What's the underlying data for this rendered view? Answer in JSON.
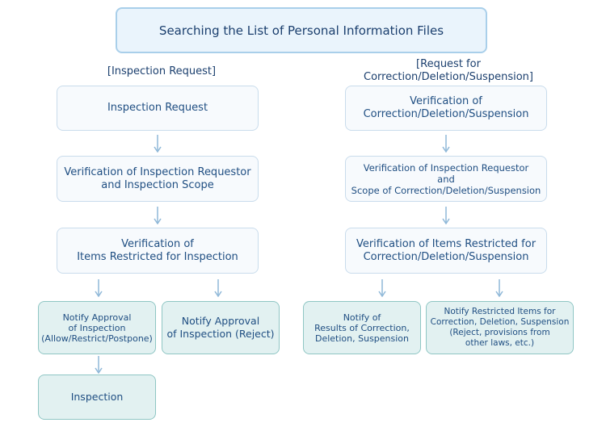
{
  "title": "Searching the List of Personal Information Files",
  "left": {
    "header": "[Inspection Request]",
    "step1": "Inspection Request",
    "step2": "Verification of Inspection Requestor\nand Inspection Scope",
    "step3": "Verification of\nItems Restricted for Inspection",
    "branch_a": "Notify Approval\nof Inspection\n(Allow/Restrict/Postpone)",
    "branch_b": "Notify Approval\nof Inspection (Reject)",
    "final": "Inspection"
  },
  "right": {
    "header": "[Request for\nCorrection/Deletion/Suspension]",
    "step1": "Verification of\nCorrection/Deletion/Suspension",
    "step2": "Verification of Inspection Requestor\nand\nScope of Correction/Deletion/Suspension",
    "step3": "Verification of Items Restricted for\nCorrection/Deletion/Suspension",
    "branch_a": "Notify of\nResults of Correction,\nDeletion, Suspension",
    "branch_b": "Notify Restricted Items for\nCorrection, Deletion, Suspension\n(Reject, provisions from\nother laws, etc.)"
  },
  "colors": {
    "text": "#1f4e82",
    "top_fill": "#eaf4fc",
    "top_border": "#a9cfea",
    "step_fill": "#f7fafd",
    "step_border": "#c9dcec",
    "result_fill": "#e2f1f1",
    "result_border": "#8fc6c4",
    "arrow": "#8fb8d8"
  }
}
